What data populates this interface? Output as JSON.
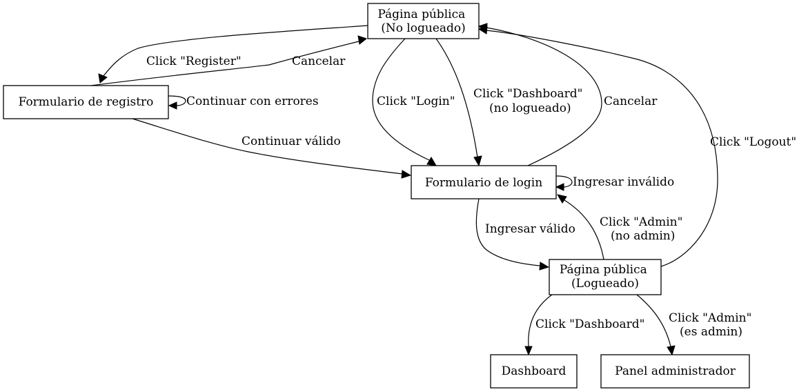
{
  "nodes": {
    "public_logged_out": {
      "line1": "Página pública",
      "line2": "(No logueado)"
    },
    "registration_form": {
      "label": "Formulario de registro"
    },
    "login_form": {
      "label": "Formulario de login"
    },
    "public_logged_in": {
      "line1": "Página pública",
      "line2": "(Logueado)"
    },
    "dashboard": {
      "label": "Dashboard"
    },
    "admin_panel": {
      "label": "Panel administrador"
    }
  },
  "edges": {
    "click_register": "Click \"Register\"",
    "cancel_registration": "Cancelar",
    "continue_with_errors": "Continuar con errores",
    "continue_valid": "Continuar válido",
    "click_login": "Click \"Login\"",
    "click_dashboard_not_logged": {
      "line1": "Click \"Dashboard\"",
      "line2": "(no logueado)"
    },
    "cancel_login": "Cancelar",
    "invalid_login": "Ingresar inválido",
    "valid_login": "Ingresar válido",
    "click_admin_not_admin": {
      "line1": "Click \"Admin\"",
      "line2": "(no admin)"
    },
    "click_logout": "Click \"Logout\"",
    "click_dashboard": "Click \"Dashboard\"",
    "click_admin_is_admin": {
      "line1": "Click \"Admin\"",
      "line2": "(es admin)"
    }
  }
}
